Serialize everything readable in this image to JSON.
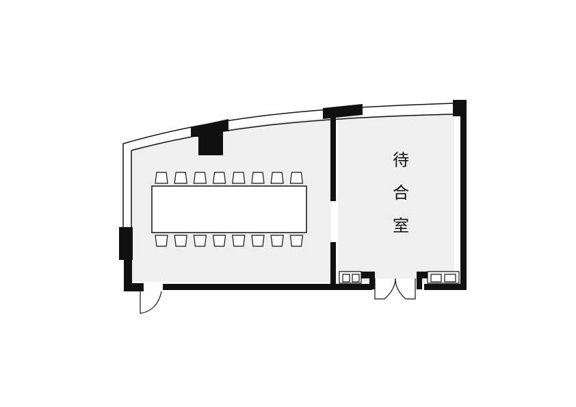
{
  "floor_plan": {
    "waiting_room_label_chars": [
      "待",
      "合",
      "室"
    ],
    "seats_per_side": 8,
    "colors": {
      "wall": "#111111",
      "floor": "#eeefee",
      "line": "#111111",
      "background": "#ffffff"
    }
  }
}
